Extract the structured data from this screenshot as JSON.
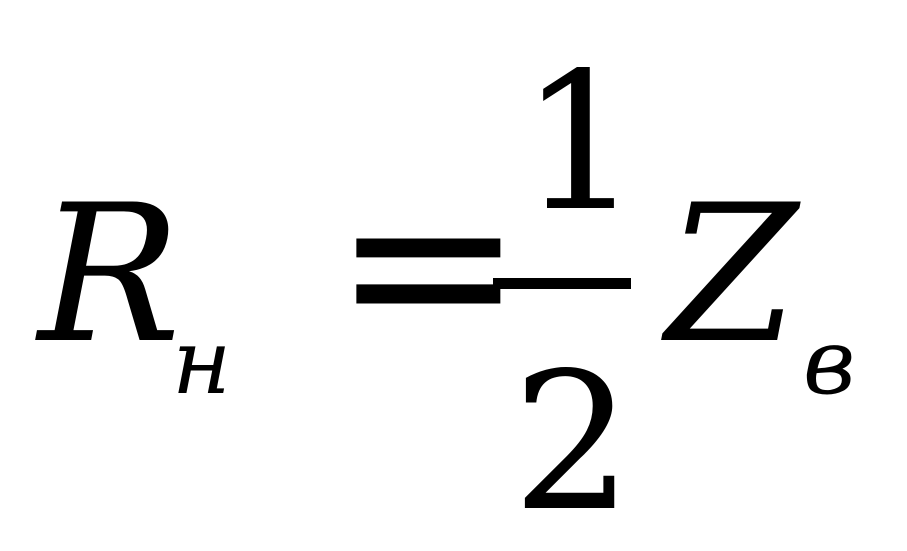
{
  "formula": {
    "lhs_symbol": "R",
    "lhs_subscript": "н",
    "operator": "=",
    "fraction": {
      "numerator": "1",
      "denominator": "2"
    },
    "rhs_symbol": "Z",
    "rhs_subscript": "в"
  },
  "colors": {
    "ink": "#000000",
    "background": "#ffffff"
  }
}
